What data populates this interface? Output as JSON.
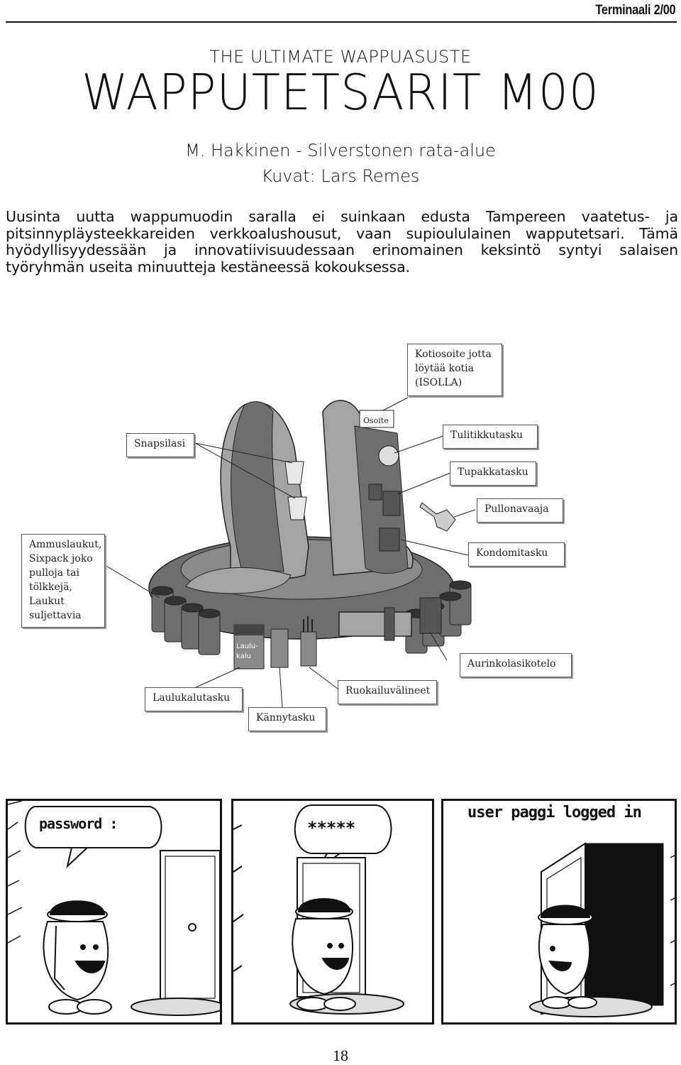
{
  "header": {
    "publication": "Terminaali 2/00"
  },
  "article": {
    "kicker": "THE ULTIMATE WAPPUASUSTE",
    "title": "WAPPUTETSARIT M00",
    "byline": "M. Hakkinen - Silverstonen rata-alue",
    "credits": "Kuvat: Lars Remes",
    "body": "Uusinta uutta wappumuodin saralla ei suinkaan edusta Tampereen vaatetus- ja pitsinnypläysteekkareiden verkkoalushousut, vaan supioululainen wapputetsari. Tämä hyödyllisyydessään ja innovatiivisuudessaan erinomainen keksintö syntyi salaisen työryhmän useita minuutteja kestäneessä kokouksessa."
  },
  "diagram": {
    "inline_labels": {
      "address_tag": "Osoite",
      "song_pocket": "Laulu-\nkalu"
    },
    "callouts": {
      "home_address": "Kotiosoite jotta\nlöytää kotia\n(ISOLLA)",
      "shot_glass": "Snapsilasi",
      "match_pocket": "Tulitikkutasku",
      "tobacco_pocket": "Tupakkatasku",
      "bottle_opener": "Pullonavaaja",
      "ammo_pouches": "Ammuslaukut,\nSixpack joko\npulloja tai\ntölkkejä,\nLaukut\nsuljettavia",
      "condom_pocket": "Kondomitasku",
      "sunglasses_case": "Aurinkolasikotelo",
      "songbook_pocket": "Laulukalutasku",
      "cutlery": "Ruokailuvälineet",
      "phone_pocket": "Kännytasku"
    },
    "colors": {
      "vest_light": "#a4a4a4",
      "vest_dark": "#6e6e6e",
      "vest_mid": "#8a8a8a"
    }
  },
  "comic": {
    "panel1_speech": "password :",
    "panel2_speech": "*****",
    "panel3_caption": "user paggi logged in"
  },
  "footer": {
    "page_number": "18"
  }
}
